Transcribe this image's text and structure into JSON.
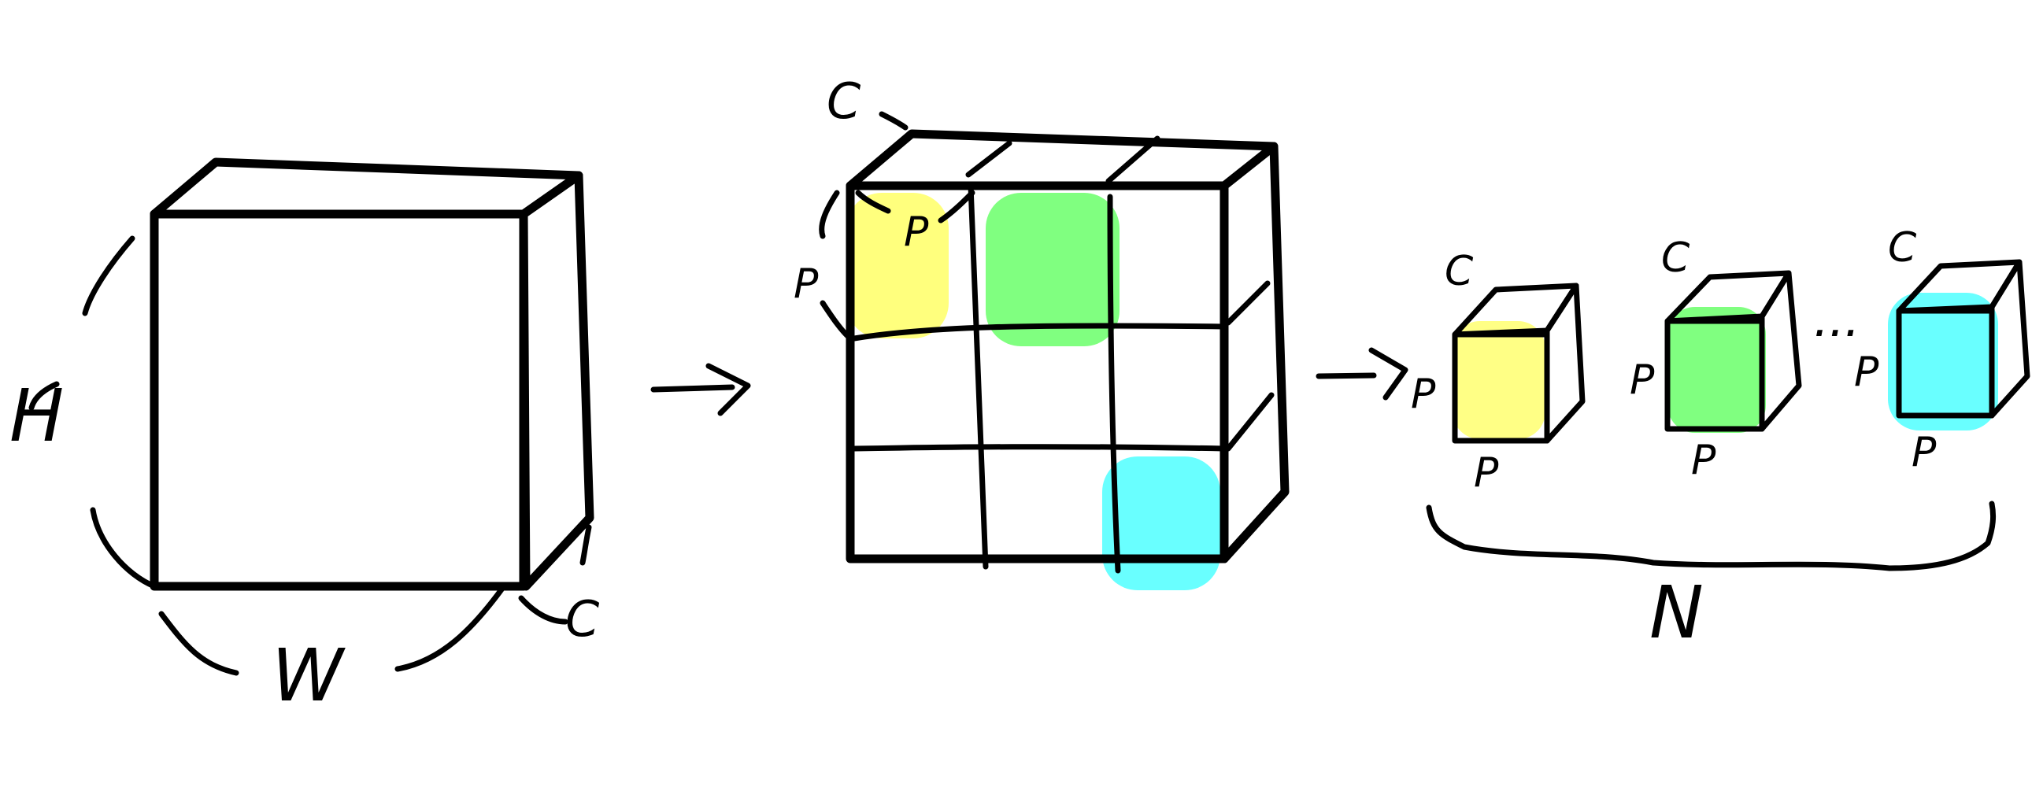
{
  "labels": {
    "height": "H",
    "width": "W",
    "channels": "C",
    "patch": "P",
    "count": "N",
    "ellipsis": "···"
  },
  "colors": {
    "yellow": "#ffff66",
    "green": "#55ff55",
    "cyan": "#44ffff",
    "ink": "#000000"
  }
}
